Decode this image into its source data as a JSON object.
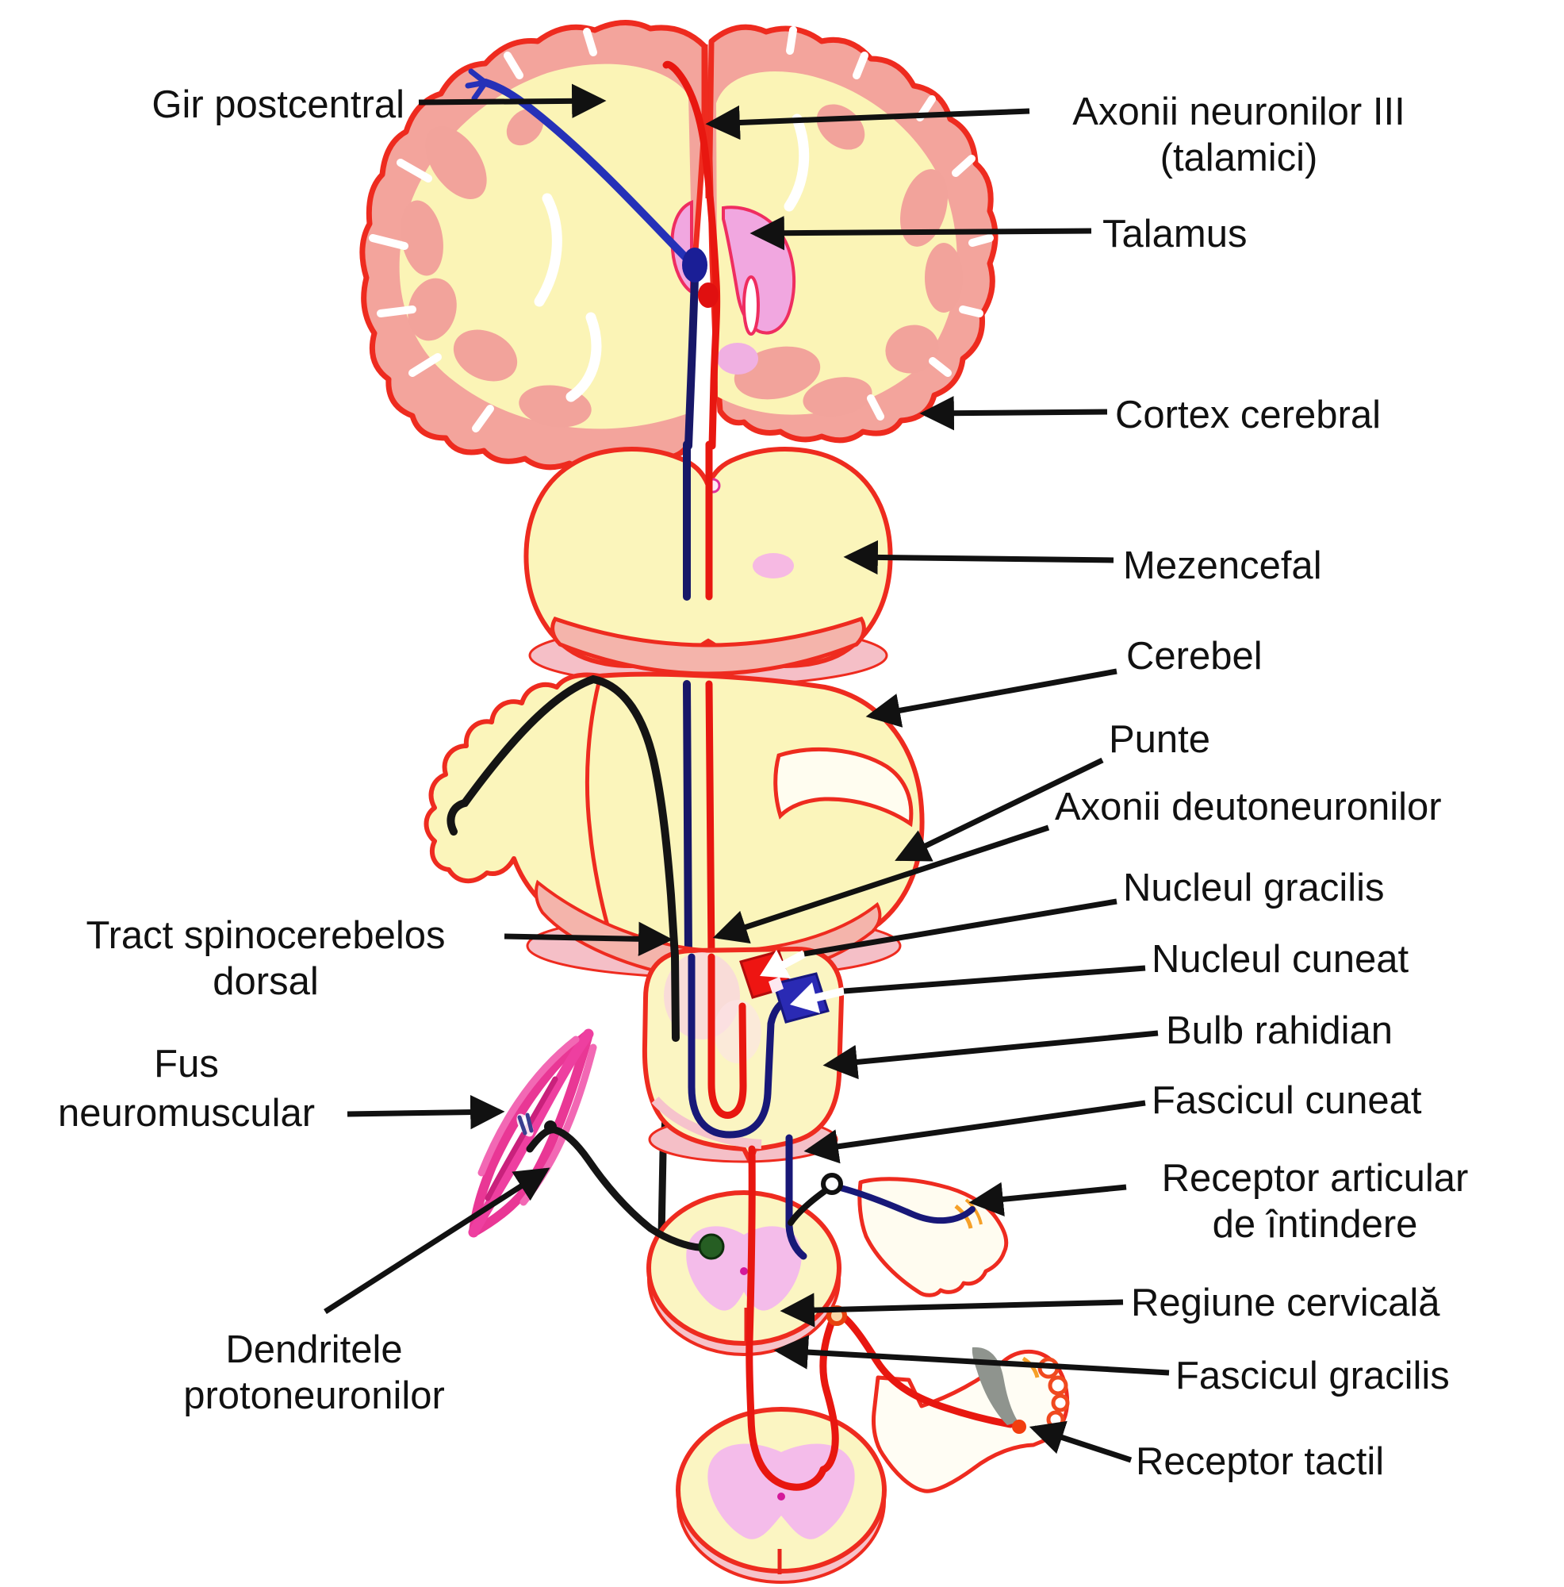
{
  "diagram": {
    "language": "Romanian",
    "subject": "Ascending sensory pathways of the spinal cord and brain"
  },
  "colors": {
    "outline_red": "#ee2b1f",
    "pathway_red": "#e81710",
    "pathway_blue": "#181878",
    "pathway_blue_bright": "#2531b8",
    "pathway_black": "#141414",
    "tissue_yellow": "#fbf5c2",
    "cortex_salmon": "#f3a49c",
    "band_pink": "#f4b4ab",
    "ventricle_pink": "#f1a7e0",
    "butterfly_pink": "#f4bcea",
    "muscle_pink": "#ee3fa0",
    "soma_green": "#265e23",
    "nucleus_gracilis_red": "#ee1512",
    "nucleus_cuneat_blue": "#2a2ab4",
    "pencil_grey": "#8f948e",
    "label_text": "#111111"
  },
  "labels": [
    {
      "id": "gir-postcentral",
      "lines": [
        "Gir postcentral"
      ]
    },
    {
      "id": "axonii-neuronilor-iii",
      "lines": [
        "Axonii neuronilor III",
        "(talamici)"
      ]
    },
    {
      "id": "talamus",
      "lines": [
        "Talamus"
      ]
    },
    {
      "id": "cortex-cerebral",
      "lines": [
        "Cortex cerebral"
      ]
    },
    {
      "id": "mezencefal",
      "lines": [
        "Mezencefal"
      ]
    },
    {
      "id": "cerebel",
      "lines": [
        "Cerebel"
      ]
    },
    {
      "id": "punte",
      "lines": [
        "Punte"
      ]
    },
    {
      "id": "axonii-deutoneuronilor",
      "lines": [
        "Axonii deutoneuronilor"
      ]
    },
    {
      "id": "nucleul-gracilis",
      "lines": [
        "Nucleul gracilis"
      ]
    },
    {
      "id": "nucleul-cuneat",
      "lines": [
        "Nucleul cuneat"
      ]
    },
    {
      "id": "bulb-rahidian",
      "lines": [
        "Bulb rahidian"
      ]
    },
    {
      "id": "fascicul-cuneat",
      "lines": [
        "Fascicul cuneat"
      ]
    },
    {
      "id": "receptor-articular",
      "lines": [
        "Receptor articular",
        "de întindere"
      ]
    },
    {
      "id": "regiune-cervicala",
      "lines": [
        "Regiune cervicală"
      ]
    },
    {
      "id": "fascicul-gracilis",
      "lines": [
        "Fascicul gracilis"
      ]
    },
    {
      "id": "receptor-tactil",
      "lines": [
        "Receptor tactil"
      ]
    },
    {
      "id": "tract-spinocerebelos-dorsal",
      "lines": [
        "Tract spinocerebelos",
        "dorsal"
      ]
    },
    {
      "id": "fus-neuromuscular",
      "lines": [
        "Fus",
        "neuromuscular"
      ]
    },
    {
      "id": "dendritele-protoneuronilor",
      "lines": [
        "Dendritele",
        "protoneuronilor"
      ]
    }
  ]
}
